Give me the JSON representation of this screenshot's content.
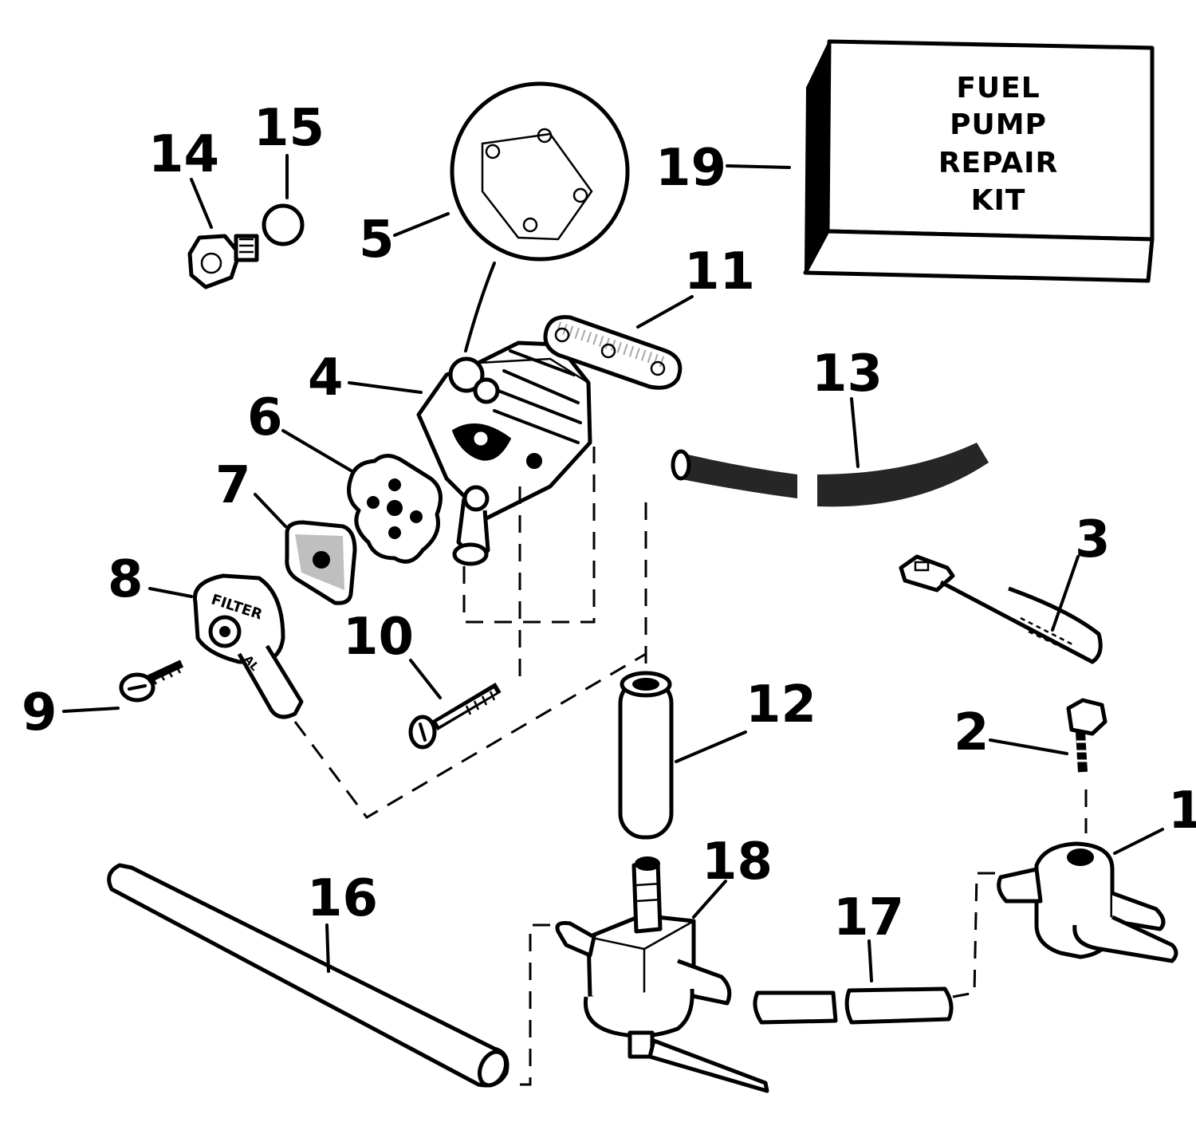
{
  "callouts": [
    "1",
    "2",
    "3",
    "4",
    "5",
    "6",
    "7",
    "8",
    "9",
    "10",
    "11",
    "12",
    "13",
    "14",
    "15",
    "16",
    "17",
    "18",
    "19"
  ],
  "kit_box": {
    "lines": [
      "FUEL",
      "PUMP",
      "REPAIR",
      "KIT"
    ]
  },
  "filter_cover_text": "FILTER",
  "fitting_text": "AL"
}
